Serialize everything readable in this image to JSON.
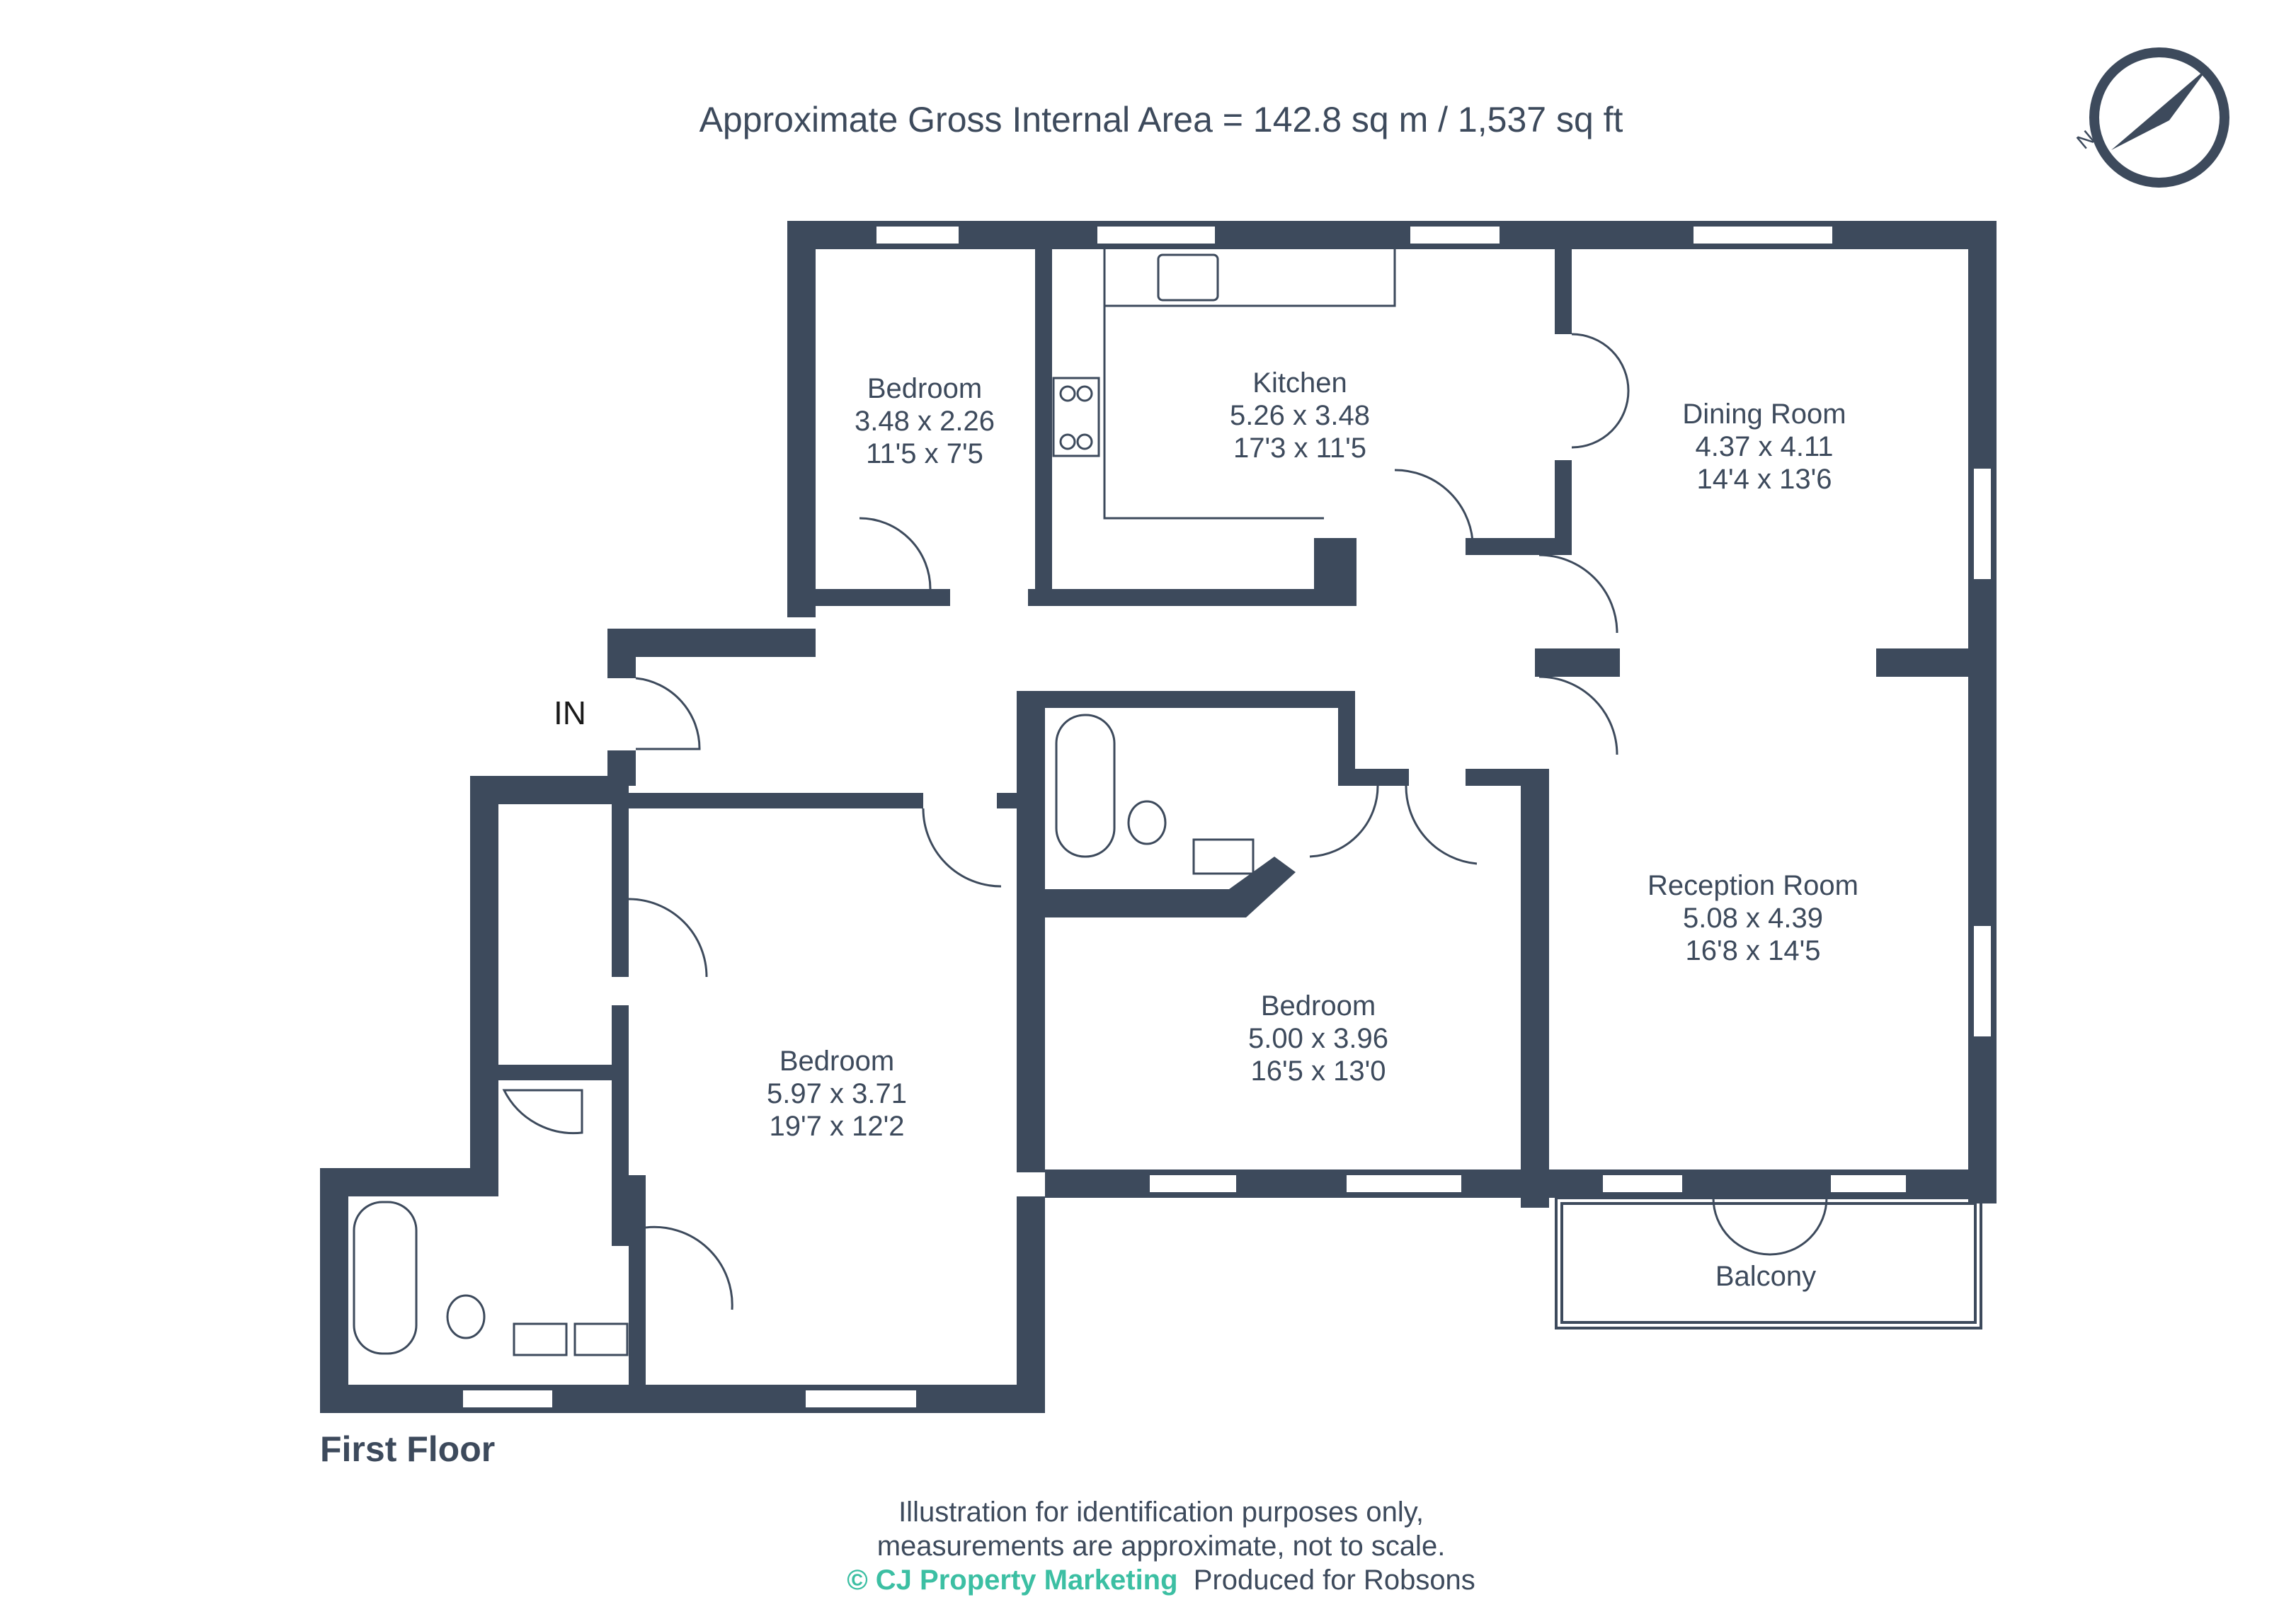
{
  "area_title": "Approximate Gross Internal Area = 142.8 sq m / 1,537 sq ft",
  "compass": {
    "letter": "N",
    "icon": "compass-icon"
  },
  "entrance_label": "IN",
  "rooms": [
    {
      "name": "Bedroom",
      "metric": "3.48 x 2.26",
      "imperial": "11'5 x 7'5"
    },
    {
      "name": "Kitchen",
      "metric": "5.26 x 3.48",
      "imperial": "17'3 x 11'5"
    },
    {
      "name": "Dining Room",
      "metric": "4.37 x 4.11",
      "imperial": "14'4 x 13'6"
    },
    {
      "name": "Reception Room",
      "metric": "5.08 x 4.39",
      "imperial": "16'8 x 14'5"
    },
    {
      "name": "Bedroom",
      "metric": "5.00 x 3.96",
      "imperial": "16'5 x 13'0"
    },
    {
      "name": "Bedroom",
      "metric": "5.97 x 3.71",
      "imperial": "19'7 x 12'2"
    }
  ],
  "balcony_label": "Balcony",
  "floor_label": "First Floor",
  "footer": {
    "line1": "Illustration for identification purposes only,",
    "line2": "measurements are approximate, not to scale.",
    "brand": "© CJ Property Marketing",
    "produced_for": "Produced for Robsons"
  },
  "colors": {
    "wall": "#3d4a5c",
    "brand": "#3cbfa3",
    "text": "#3d4a5c"
  }
}
